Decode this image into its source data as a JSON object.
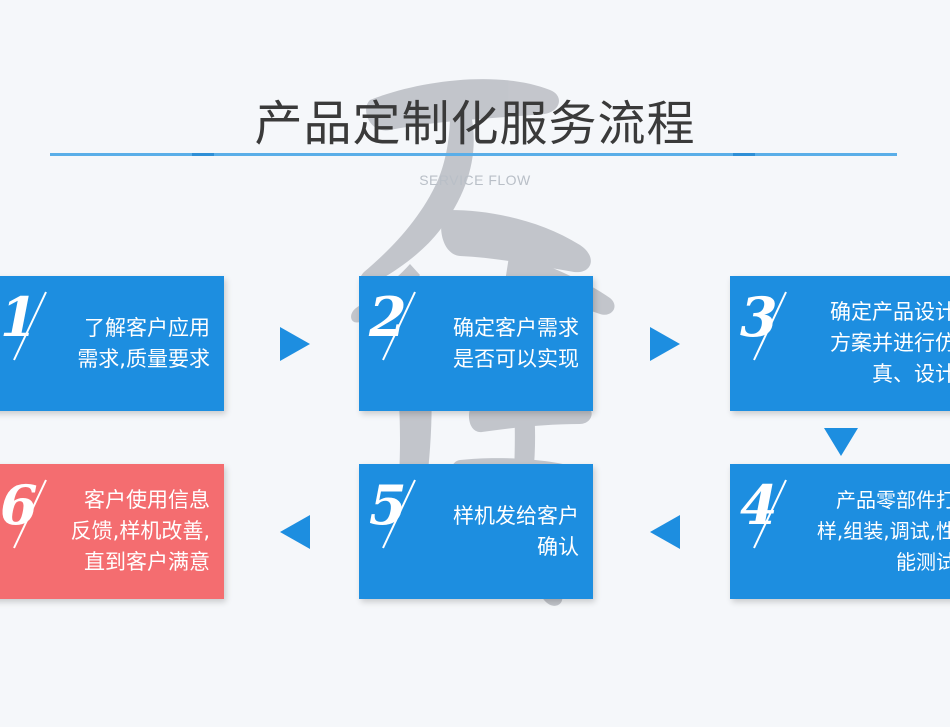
{
  "page": {
    "title": "产品定制化服务流程",
    "subtitle": "SERVICE FLOW"
  },
  "colors": {
    "primary": "#1d8ee0",
    "accent": "#f46d70",
    "title_line": "#5aaee8",
    "watermark": "#9a9ea6"
  },
  "steps": [
    {
      "num": "1",
      "text": "了解客户应用\n需求,质量要求"
    },
    {
      "num": "2",
      "text": "确定客户需求\n是否可以实现"
    },
    {
      "num": "3",
      "text": "确定产品设计\n方案并进行仿\n真、设计"
    },
    {
      "num": "4",
      "text": "产品零部件打\n样,组装,调试,性\n能测试"
    },
    {
      "num": "5",
      "text": "样机发给客户\n确认"
    },
    {
      "num": "6",
      "text": "客户使用信息\n反馈,样机改善,\n直到客户满意"
    }
  ],
  "watermark_icon": "calligraphy-watermark"
}
